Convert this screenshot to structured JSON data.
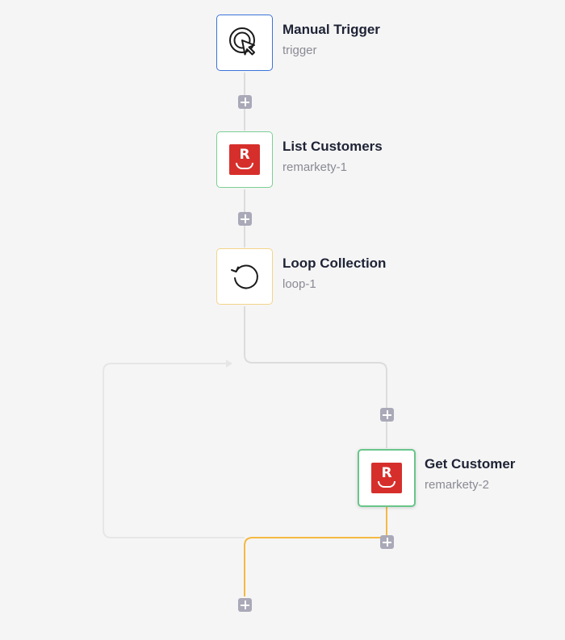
{
  "nodes": {
    "manual_trigger": {
      "title": "Manual Trigger",
      "subtitle": "trigger",
      "icon": "pointer-click-icon"
    },
    "list_customers": {
      "title": "List Customers",
      "subtitle": "remarkety-1",
      "icon": "remarkety-logo",
      "logo_letter": "R"
    },
    "loop_collection": {
      "title": "Loop Collection",
      "subtitle": "loop-1",
      "icon": "loop-arrow-icon"
    },
    "get_customer": {
      "title": "Get Customer",
      "subtitle": "remarkety-2",
      "icon": "remarkety-logo",
      "logo_letter": "R"
    }
  },
  "colors": {
    "trigger_border": "#3b73d9",
    "remarkety_border": "#7ccf95",
    "loop_border": "#f5d48a",
    "remarkety_red": "#d62f2b",
    "connector": "#dcdcdc",
    "active_connector": "#f4b942",
    "add_button": "#a9a9b8"
  }
}
